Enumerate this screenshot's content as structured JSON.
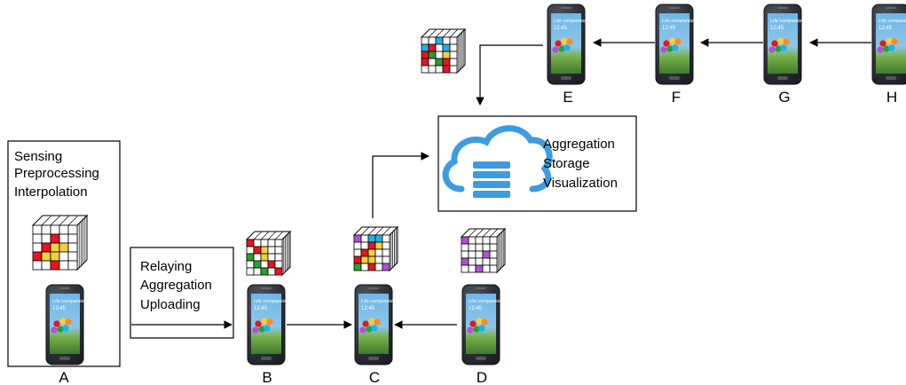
{
  "colors": {
    "red": "#e8141e",
    "yellow": "#f4d03f",
    "green": "#2ca02c",
    "cyan": "#1fb2e8",
    "purple": "#b44fd6",
    "cloud": "#3d9be0",
    "phone_body": "#2a2d33"
  },
  "boxes": {
    "sensing": [
      "Sensing",
      "Preprocessing",
      "Interpolation"
    ],
    "relaying": [
      "Relaying",
      "Aggregation",
      "Uploading"
    ],
    "cloud": [
      "Aggregation",
      "Storage",
      "Visualization"
    ]
  },
  "phone_screen": {
    "line1": "Life companion",
    "line2": "12:45"
  },
  "nodes": {
    "A": "A",
    "B": "B",
    "C": "C",
    "D": "D",
    "E": "E",
    "F": "F",
    "G": "G",
    "H": "H"
  },
  "grids": {
    "A": {
      "rows": [
        ".....",
        "..r..",
        ".ryy.",
        "ryy..",
        "..r.."
      ]
    },
    "B": {
      "rows": [
        "r....",
        ".ry..",
        "g.y..",
        ".g.r.",
        "..g.r"
      ]
    },
    "C": {
      "rows": [
        "p.cc.",
        "..ry.",
        ".ry..",
        "ryy..",
        "g.r.p"
      ]
    },
    "D": {
      "rows": [
        "p....",
        ".....",
        "...p.",
        "p....",
        "..p.."
      ]
    },
    "E": {
      "rows": [
        "..c..",
        "cr.c.",
        "rg.y.",
        "r.gr.",
        "...r."
      ]
    }
  }
}
